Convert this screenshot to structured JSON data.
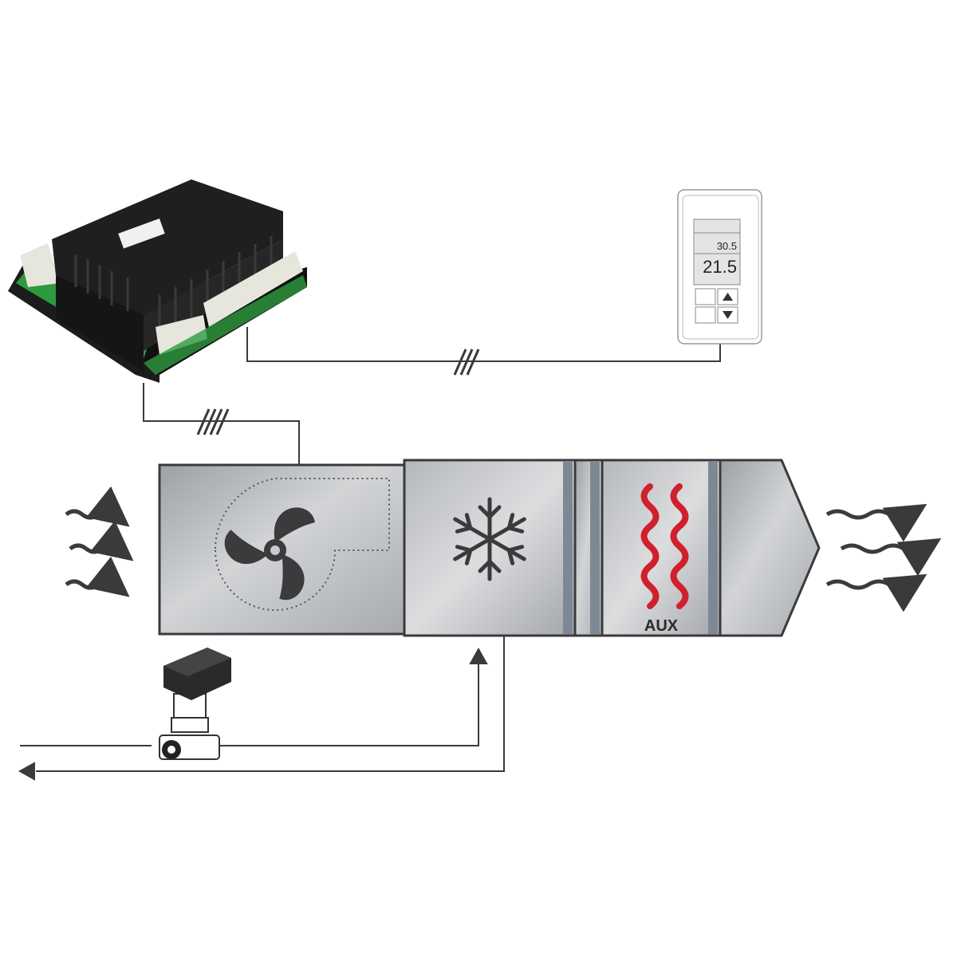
{
  "thermostat": {
    "setpoint": "30.5",
    "temperature": "21.5"
  },
  "heater": {
    "label": "AUX"
  },
  "colors": {
    "line": "#3a3a3c",
    "heater": "#d0202e",
    "icon": "#3b3b3d",
    "metal": "#b9bcbf",
    "controller": "#1c1c1c",
    "terminal": "#e6e6dc",
    "pcb": "#2e9a3e"
  },
  "icons": [
    "controller-device",
    "thermostat",
    "fan-icon",
    "snowflake-icon",
    "heater-coil-icon",
    "valve-actuator",
    "airflow-arrow"
  ]
}
